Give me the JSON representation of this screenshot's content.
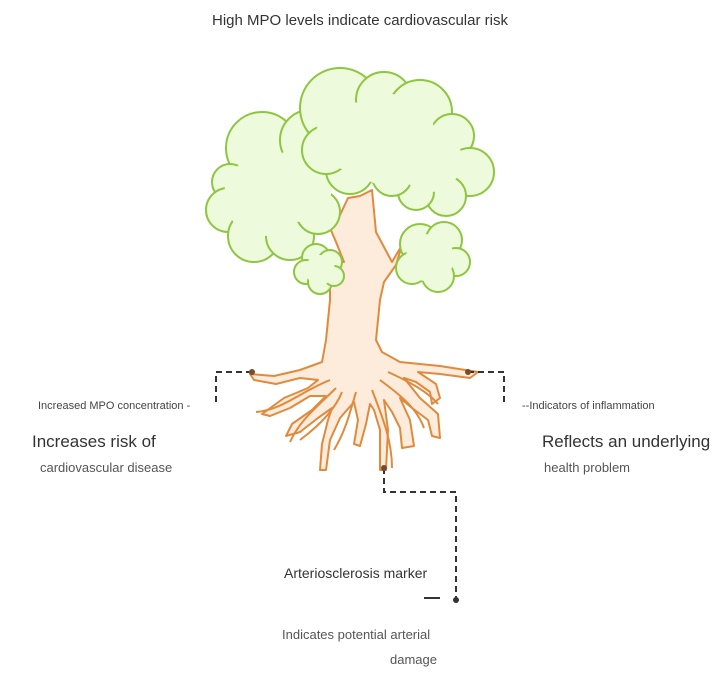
{
  "title": "High MPO levels indicate cardiovascular risk",
  "left_branch": {
    "label": "Increased MPO concentration -",
    "heading": "Increases risk of",
    "detail": "cardiovascular disease"
  },
  "right_branch": {
    "label": "--Indicators of inflammation",
    "heading": "Reflects an underlying",
    "detail": "health problem"
  },
  "bottom_branch": {
    "heading": "Arteriosclerosis marker",
    "detail_line1": "Indicates potential arterial",
    "detail_line2": "damage"
  },
  "colors": {
    "foliage_fill": "#eefadc",
    "foliage_stroke": "#8dc63f",
    "trunk_fill": "#fdebdc",
    "trunk_stroke": "#e08a3c",
    "connector": "#333333"
  }
}
